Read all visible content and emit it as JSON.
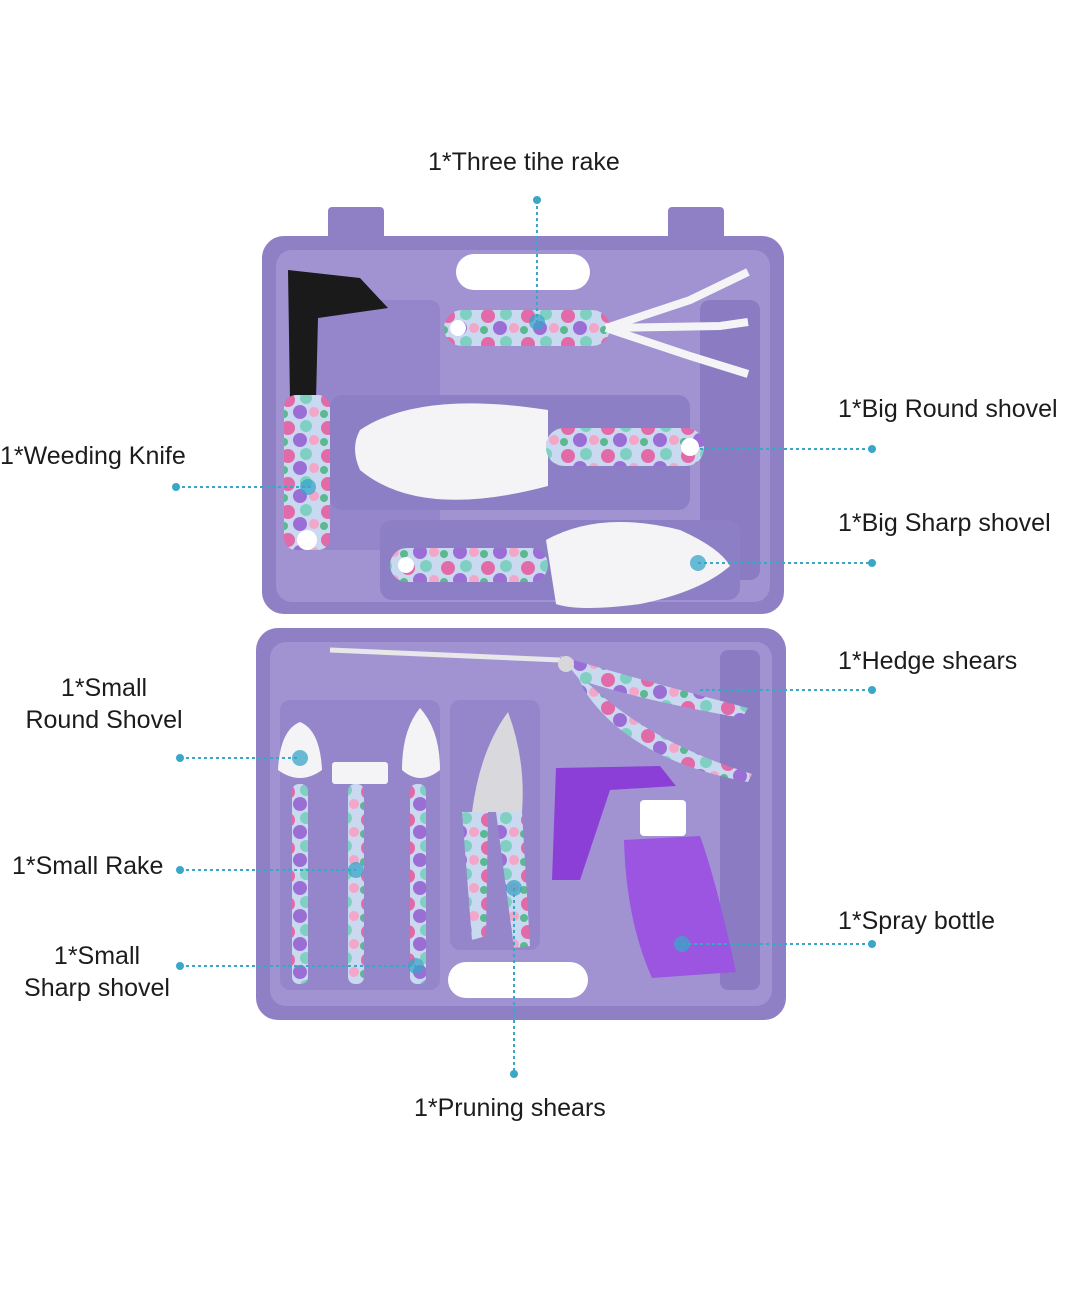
{
  "colors": {
    "case": "#8f80c6",
    "case_dark": "#6c5ca8",
    "case_light": "#a89ad6",
    "leader": "#3aa6c8",
    "metal": "#f4f4f6",
    "bottle": "#8b3fd6"
  },
  "labels": {
    "three_tine_rake": "1*Three tihe rake",
    "big_round_shovel": "1*Big Round shovel",
    "weeding_knife": "1*Weeding Knife",
    "big_sharp_shovel": "1*Big Sharp shovel",
    "hedge_shears": "1*Hedge shears",
    "small_round_shovel_line1": "1*Small",
    "small_round_shovel_line2": "Round Shovel",
    "small_rake": "1*Small Rake",
    "spray_bottle": "1*Spray bottle",
    "small_sharp_shovel_line1": "1*Small",
    "small_sharp_shovel_line2": "Sharp shovel",
    "pruning_shears": "1*Pruning shears"
  }
}
